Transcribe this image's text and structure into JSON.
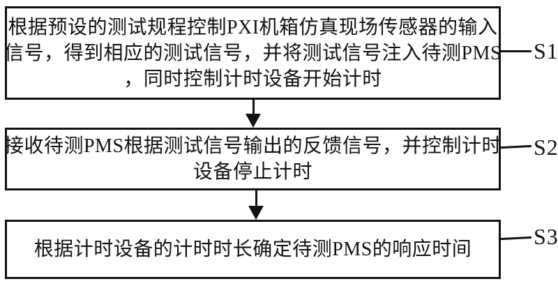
{
  "figure": {
    "background": "#ffffff",
    "ink": "#111111"
  },
  "steps": [
    {
      "label": "S1",
      "text": "根据预设的测试规程控制PXI机箱仿真现场传感器的输入信号，得到相应的测试信号，并将测试信号注入待测PMS，同时控制计时设备开始计时",
      "lines": [
        "根据预设的测试规程控制PXI机箱仿真现场传感器的输入",
        "信号，得到相应的测试信号，并将测试信号注入待测PMS",
        "，同时控制计时设备开始计时"
      ]
    },
    {
      "label": "S2",
      "text": "接收待测PMS根据测试信号输出的反馈信号，并控制计时设备停止计时",
      "lines": [
        "接收待测PMS根据测试信号输出的反馈信号，并控制计时",
        "设备停止计时"
      ]
    },
    {
      "label": "S3",
      "text": "根据计时设备的计时时长确定待测PMS的响应时间",
      "lines": [
        "根据计时设备的计时时长确定待测PMS的响应时间"
      ]
    }
  ]
}
